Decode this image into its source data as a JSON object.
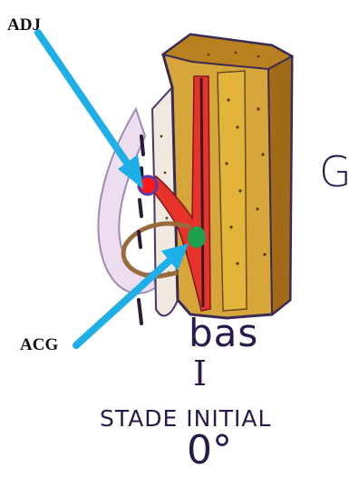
{
  "labels": {
    "adj": "ADJ",
    "acg": "ACG",
    "side": "G",
    "bas": "bas",
    "stage_roman": "I",
    "stage_title": "STADE INITIAL",
    "angle": "0°"
  },
  "markers": {
    "adj": {
      "color": "#ff1a1a",
      "outline": "#5b3aa6"
    },
    "acg": {
      "color": "#1fa050"
    }
  },
  "colors": {
    "arrow": "#1eaee8",
    "bone_yellow": "#e2b53a",
    "bone_brown": "#b8801e",
    "artery_red": "#e8332a",
    "outline_purple": "#5a3a78",
    "capsule_pink": "#c9a6c9"
  }
}
